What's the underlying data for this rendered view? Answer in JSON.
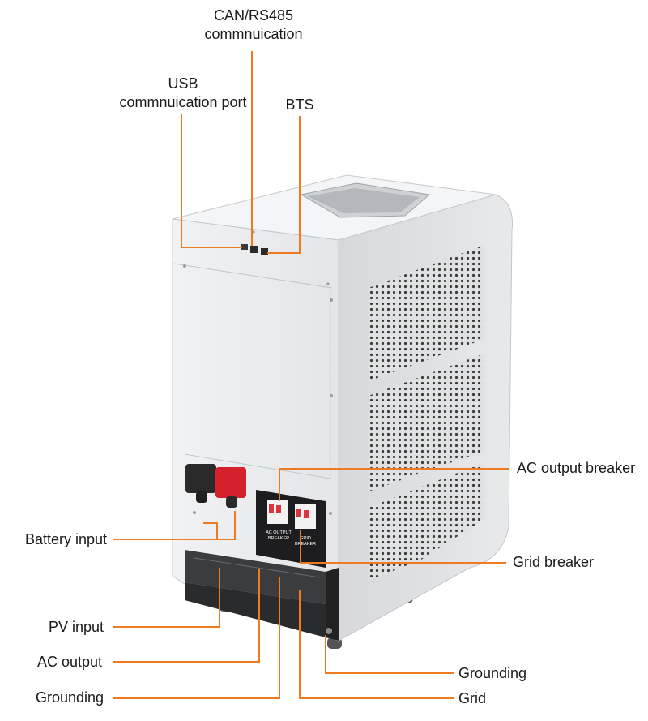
{
  "callout_color": "#f07a22",
  "callouts": {
    "can_rs485": {
      "line1": "CAN/RS485",
      "line2": "commnuication"
    },
    "usb": {
      "line1": "USB",
      "line2": "commnuication port"
    },
    "bts": "BTS",
    "ac_output_breaker": "AC output breaker",
    "battery_input": "Battery input",
    "grid_breaker": "Grid breaker",
    "pv_input": "PV input",
    "ac_output": "AC output",
    "grounding_right": "Grounding",
    "grounding_left": "Grounding",
    "grid": "Grid"
  },
  "breaker_labels": {
    "ac_output": "AC OUTPUT\nBREAKER",
    "grid": "GRID\nBREAKER"
  },
  "product": {
    "body_color": "#e9eaec",
    "side_color": "#dfe1e3",
    "base_color": "#3b3c3e",
    "terminal_red": "#d6202c",
    "terminal_black": "#2a2a2a",
    "breaker_red": "#d9363e"
  }
}
